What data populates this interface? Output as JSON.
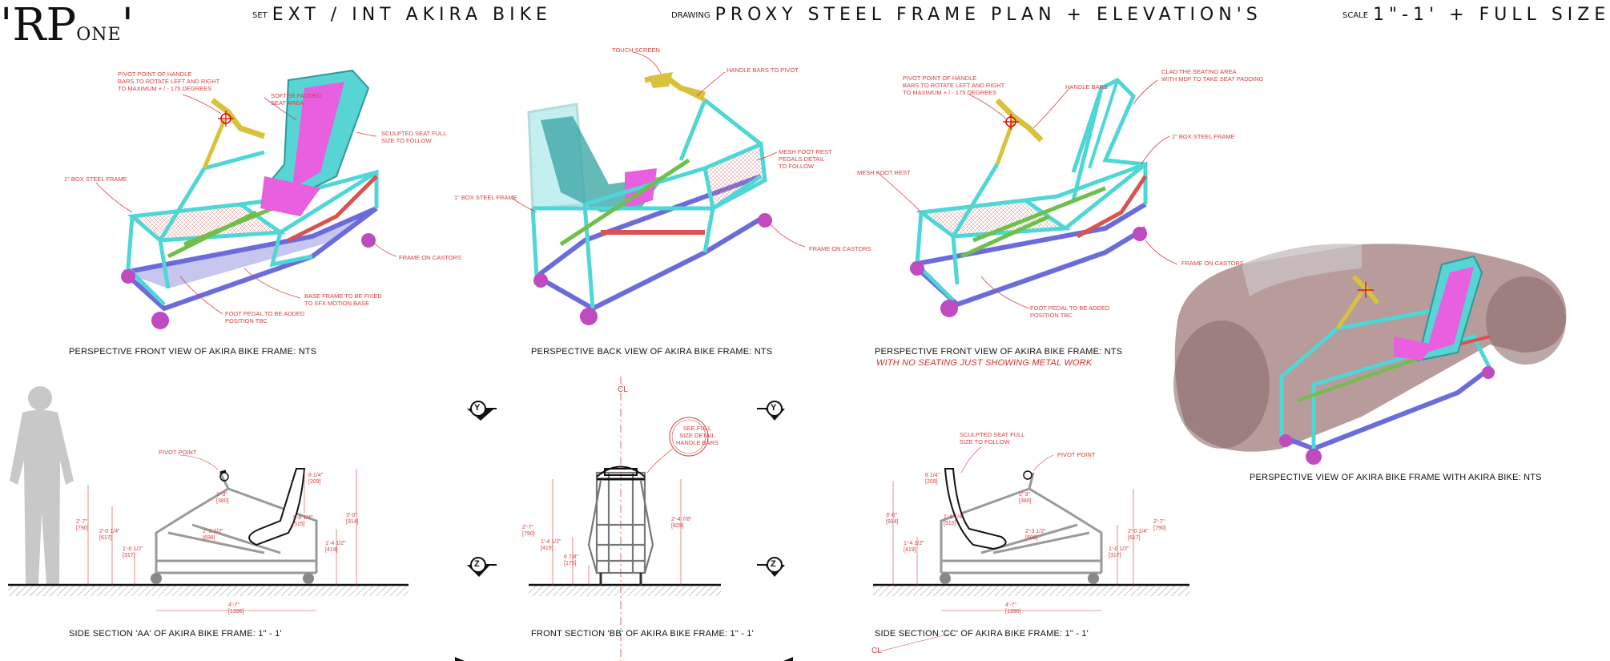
{
  "header": {
    "logo_main": "'RP",
    "logo_sub": "ONE",
    "logo_tick": "'",
    "set_label": "SET",
    "set_value": "EXT / INT AKIRA BIKE",
    "drawing_label": "DRAWING",
    "drawing_value": "PROXY STEEL FRAME PLAN + ELEVATION'S",
    "scale_label": "SCALE",
    "scale_value": "1\"-1' + FULL SIZE"
  },
  "captions": {
    "view1": "PERSPECTIVE FRONT VIEW OF AKIRA BIKE FRAME: NTS",
    "view2": "PERSPECTIVE BACK VIEW OF AKIRA BIKE FRAME: NTS",
    "view3": "PERSPECTIVE FRONT VIEW OF AKIRA BIKE FRAME: NTS",
    "view3_note": "WITH NO SEATING JUST SHOWING METAL WORK",
    "view4": "PERSPECTIVE VIEW OF AKIRA BIKE FRAME WITH AKIRA BIKE: NTS",
    "section_aa": "SIDE SECTION 'AA' OF AKIRA BIKE FRAME: 1\" - 1'",
    "section_bb": "FRONT SECTION 'BB' OF AKIRA BIKE FRAME: 1\" - 1'",
    "section_cc": "SIDE SECTION 'CC' OF AKIRA BIKE FRAME: 1\" - 1'"
  },
  "annotations": {
    "v1_pivot": "PIVOT POINT OF HANDLE\nBARS TO ROTATE LEFT AND RIGHT\nTO MAXIMUM + / - 175 DEGREES",
    "v1_softer": "SOFTER PADDED\nSEAT AREA",
    "v1_sculpted": "SCULPTED SEAT FULL\nSIZE TO FOLLOW",
    "v1_box": "1\" BOX STEEL FRAME",
    "v1_castors": "FRAME ON CASTORS",
    "v1_base": "BASE FRAME TO BE FIXED\nTO SFX MOTION BASE",
    "v1_pedal": "FOOT PEDAL TO BE ADDED\nPOSITION TBC",
    "v2_touch": "TOUCH SCREEN",
    "v2_handle": "HANDLE BARS TO PIVOT",
    "v2_mesh": "MESH FOOT REST\nPEDALS DETAIL\nTO FOLLOW",
    "v2_box": "1\" BOX STEEL FRAME",
    "v2_castors": "FRAME ON CASTORS",
    "v3_pivot": "PIVOT POINT OF HANDLE\nBARS TO ROTATE LEFT AND RIGHT\nTO MAXIMUM + / - 175 DEGREES",
    "v3_handle": "HANDLE BARS",
    "v3_clad": "CLAD THE SEATING AREA\nWITH MDF TO TAKE SEAT PADDING",
    "v3_box": "1\" BOX STEEL FRAME",
    "v3_mesh": "MESH FOOT REST",
    "v3_castors": "FRAME ON CASTORS",
    "v3_pedal": "FOOT PEDAL TO BE ADDED\nPOSITION TBC",
    "aa_pivot": "PIVOT POINT",
    "bb_see": "SEE FULL\nSIZE DETAIL\nHANDLE BARS",
    "cc_sculpted": "SCULPTED SEAT FULL\nSIZE TO FOLLOW",
    "cc_pivot": "PIVOT POINT"
  },
  "markers": {
    "y": "Y",
    "z": "Z",
    "cl": "CL"
  },
  "dimensions": {
    "aa_h1": "2'-7\"\n[790]",
    "aa_h2": "2'-0 1/4\"\n[617]",
    "aa_h3": "1'-0 1/2\"\n[317]",
    "aa_top": "8 1/4\"\n[209]",
    "aa_r1": "3'-0\"\n[914]",
    "aa_r2": "1'-4 1/2\"\n[419]",
    "aa_a": "1'-3\"\n[380]",
    "aa_b": "2'-3 1/2\"\n[698]",
    "aa_c": "1'-8 1/4\"\n[515]",
    "aa_len": "4'-7\"\n[1396]",
    "bb_h1": "2'-7\"\n[790]",
    "bb_h2": "1'-4 1/2\"\n[419]",
    "bb_h3": "6 7/8\"\n[175]",
    "bb_r": "2'-4 7/8\"\n[829]",
    "cc_h1": "3'-0\"\n[914]",
    "cc_h2": "1'-4 1/2\"\n[419]",
    "cc_top": "8 1/4\"\n[209]",
    "cc_r1": "2'-7\"\n[790]",
    "cc_r2": "2'-0 1/4\"\n[617]",
    "cc_r3": "1'-0 1/2\"\n[317]",
    "cc_a": "1'-3\"\n[380]",
    "cc_b": "2'-3 1/2\"\n[698]",
    "cc_c": "1'-8 1/4\"\n[515]",
    "cc_len": "4'-7\"\n[1396]"
  },
  "colors": {
    "frame": "#4fd6d6",
    "frame_dark": "#2a9a9a",
    "base": "#6b6bdc",
    "green": "#6fbf4a",
    "red": "#d9534f",
    "seat": "#e85fe0",
    "handle": "#d8c23c",
    "castor": "#c04ac0",
    "annotation": "#d84040",
    "bike_body": "#a07a7a",
    "person": "#c8c8c8"
  }
}
